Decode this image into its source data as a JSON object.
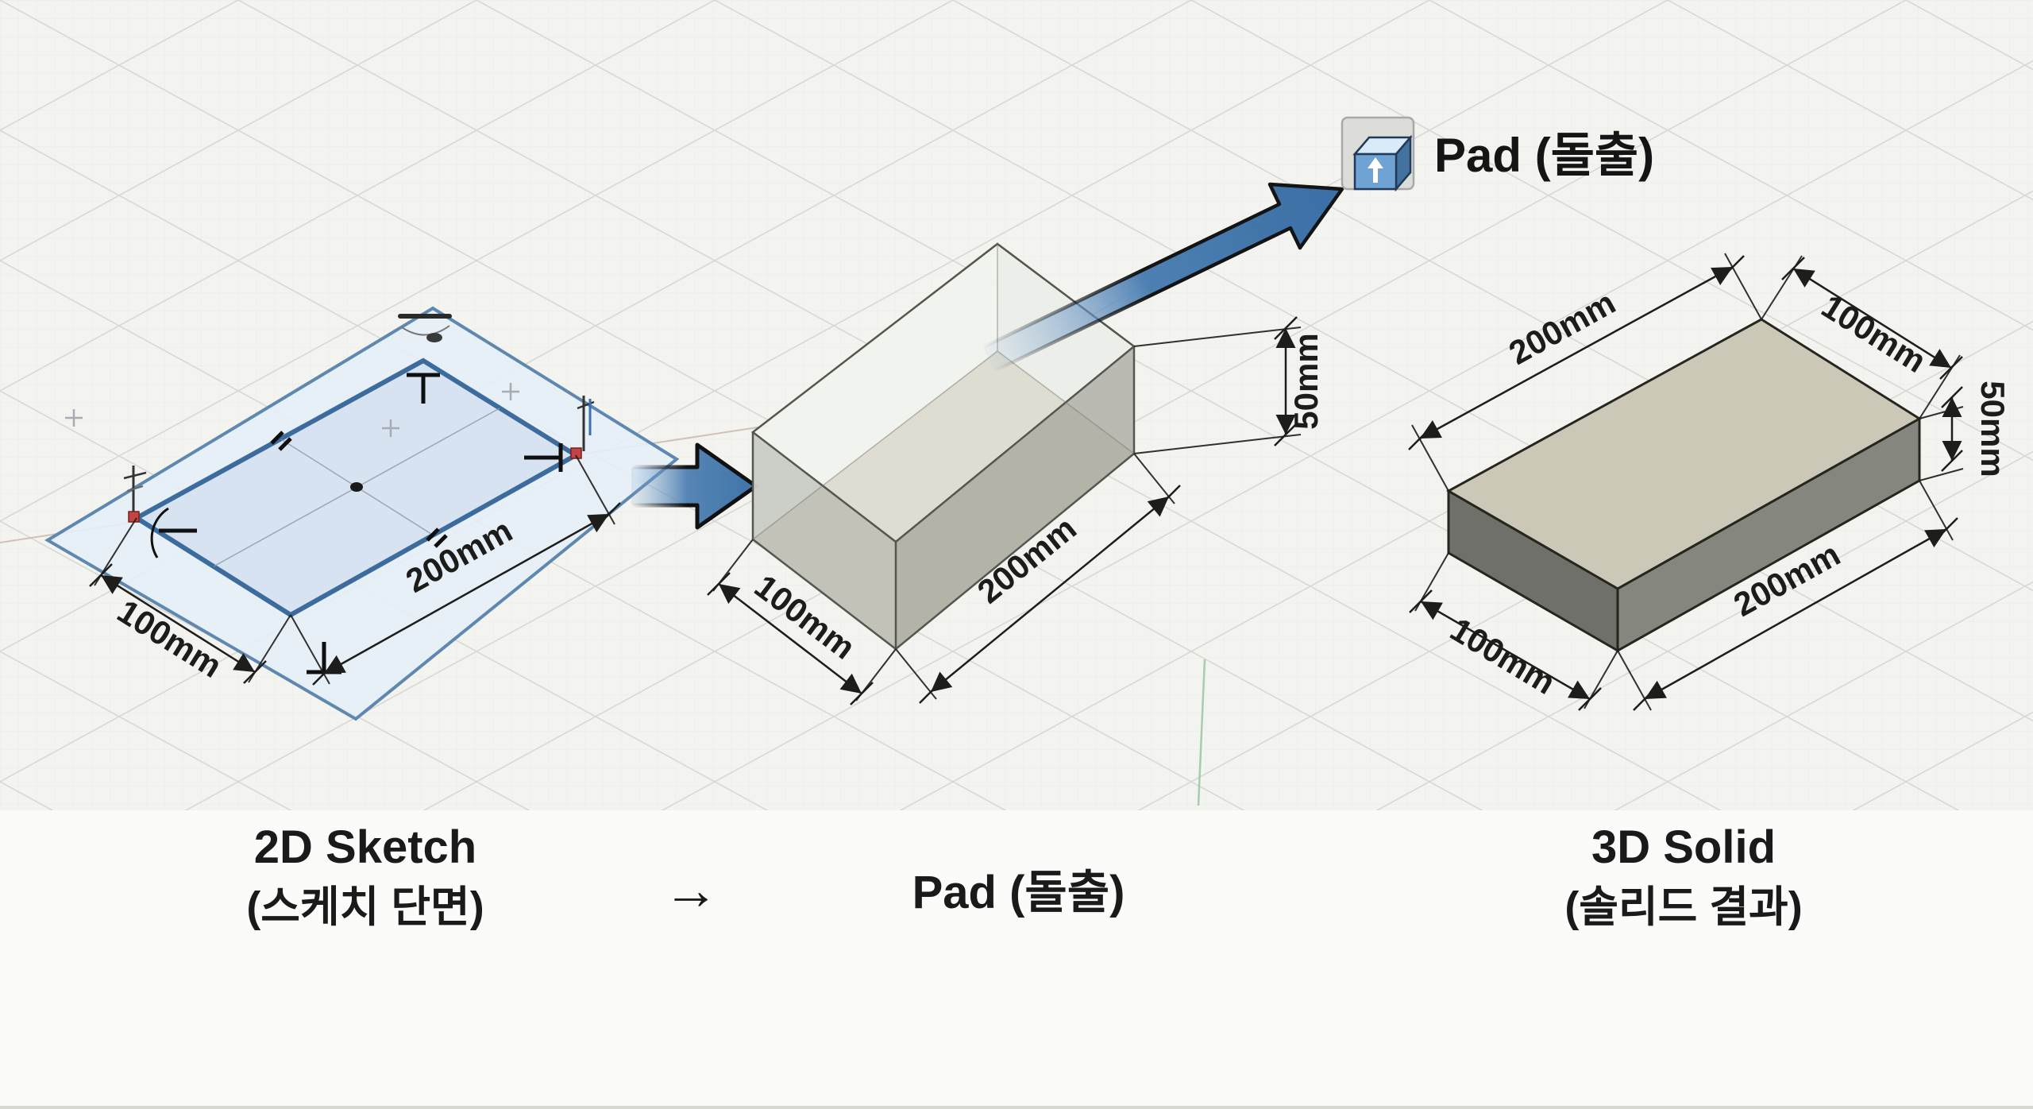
{
  "diagram": {
    "stages": [
      {
        "title": "2D Sketch",
        "subtitle": "(스케치 단면)"
      },
      {
        "title": "Pad (돌출)",
        "subtitle": ""
      },
      {
        "title": "3D Solid",
        "subtitle": "(솔리드 결과)"
      }
    ],
    "flow_arrow": "→"
  },
  "callout": {
    "label": "Pad (돌출)",
    "icon": "pad-extrude-cube-icon"
  },
  "dims": {
    "sketch_width": "100mm",
    "sketch_length": "200mm",
    "pad_width": "100mm",
    "pad_length": "200mm",
    "pad_height": "50mm",
    "solid_top_length": "200mm",
    "solid_top_width": "100mm",
    "solid_height": "50mm",
    "solid_bottom_width": "100mm",
    "solid_bottom_length": "200mm"
  },
  "colors": {
    "accent_arrow_blue": "#4d7fb2",
    "sketch_plane_blue": "#e6eef7",
    "sketch_profile_blue": "#d3e1f0",
    "sketch_border_blue": "#3c6b9e",
    "solid_top_beige": "#cbc8b8",
    "solid_side_dark": "#6f7069",
    "solid_side_mid": "#85867e",
    "background": "#f2f2ef",
    "caption_band": "#fbfbf9"
  }
}
